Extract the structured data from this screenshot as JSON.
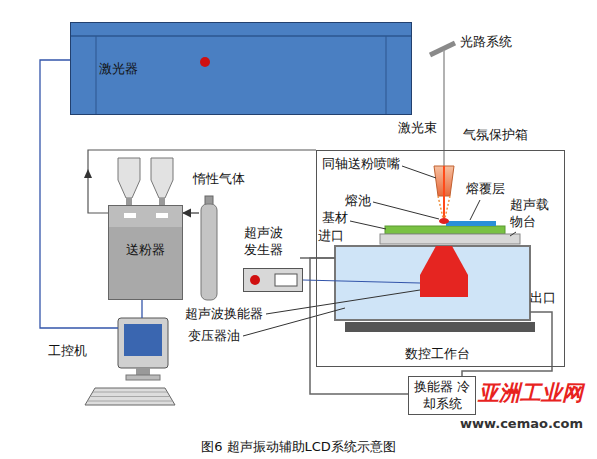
{
  "diagram": {
    "caption": "图6 超声振动辅助LCD系统示意图",
    "nodes": [
      {
        "text": [
          "激光器"
        ]
      },
      {
        "text": [
          "气氛保护箱"
        ]
      },
      {
        "text": [
          "惰性气体"
        ]
      },
      {
        "text": [
          "送粉器"
        ]
      },
      {
        "text": [
          "超声波发生器"
        ]
      },
      {
        "text": [
          "工控机"
        ]
      },
      {
        "text": [
          "换能器 冷却系统"
        ]
      }
    ],
    "edges": [
      {
        "from": 2,
        "to": 3,
        "arrow": "to"
      },
      {
        "from": 5,
        "to": 0,
        "arrow": "none"
      },
      {
        "from": 5,
        "to": 3,
        "arrow": "none"
      }
    ],
    "labels": [
      "光路系统",
      "激光束",
      "同轴送粉喷嘴",
      "熔覆层",
      "熔池",
      "基材",
      "超声载物台",
      "进口",
      "出口",
      "超声波换能器",
      "变压器油",
      "数控工作台",
      "亚洲工业网",
      "www.cemao.com"
    ]
  }
}
